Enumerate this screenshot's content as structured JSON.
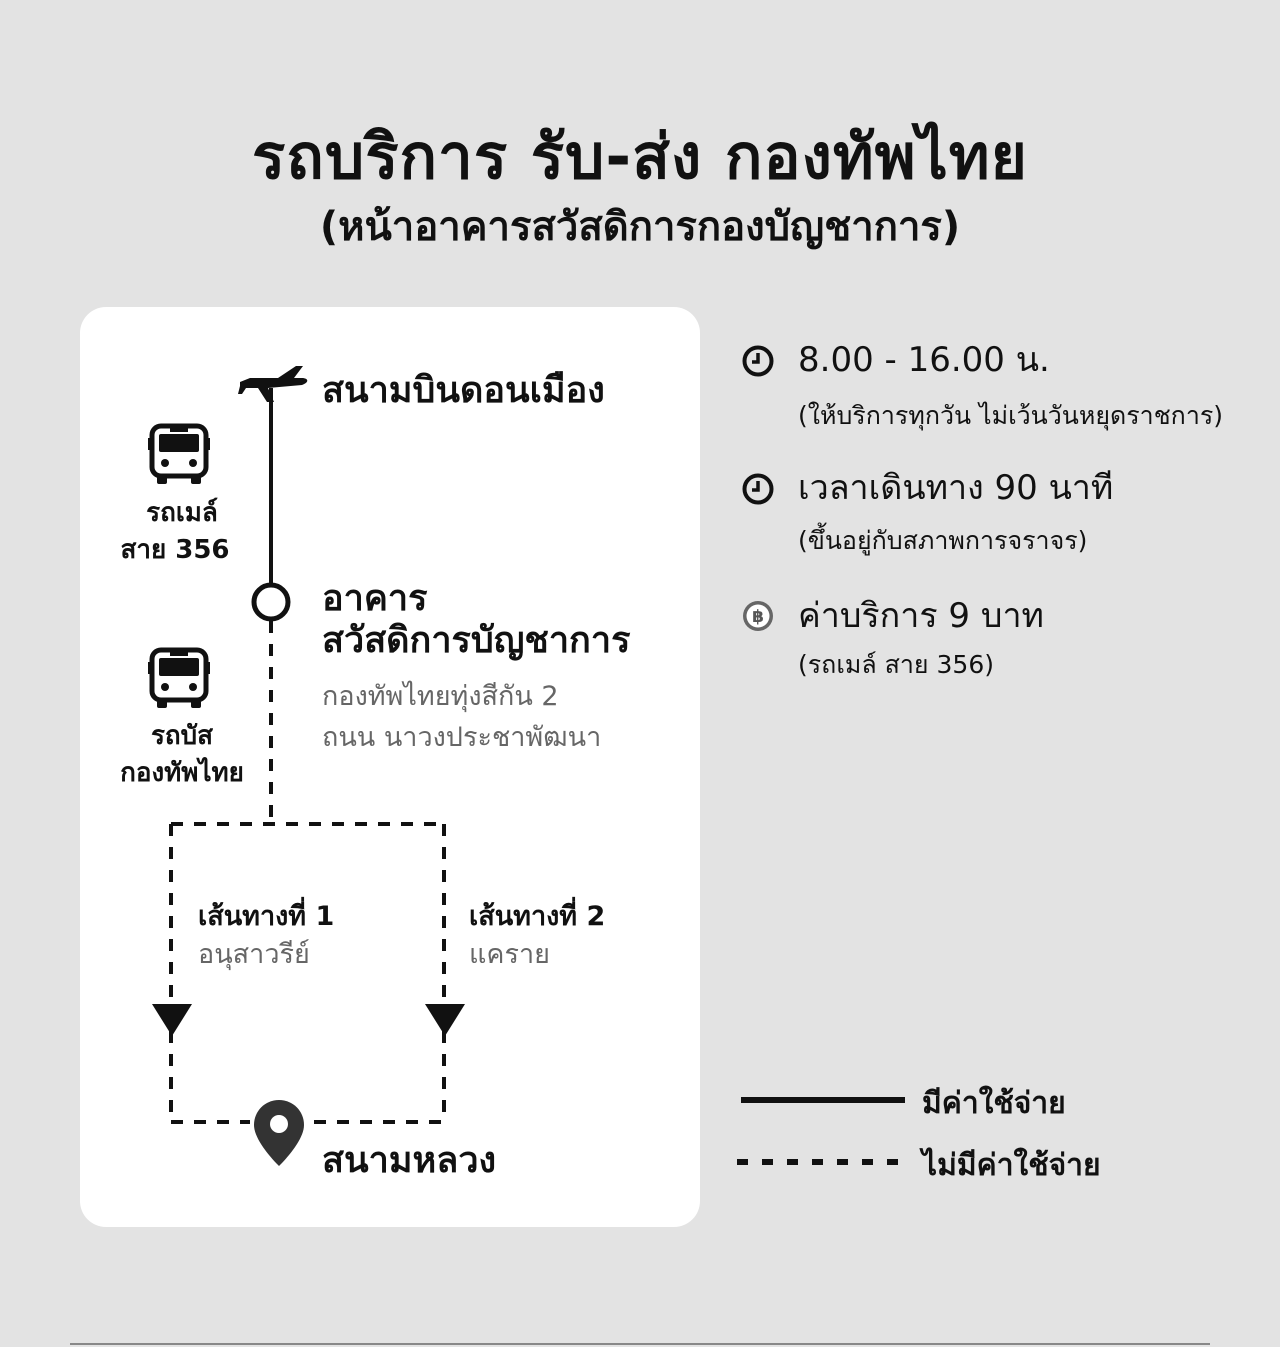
{
  "header": {
    "title": "รถบริการ รับ-ส่ง กองทัพไทย",
    "subtitle": "(หน้าอาคารสวัสดิการกองบัญชาการ)"
  },
  "stops": {
    "airport": {
      "name": "สนามบินดอนเมือง"
    },
    "building": {
      "name_line1": "อาคาร",
      "name_line2": "สวัสดิการบัญชาการ",
      "address_line1": "กองทัพไทยทุ่งสีกัน 2",
      "address_line2": "ถนน นาวงประชาพัฒนา"
    },
    "destination": {
      "name": "สนามหลวง"
    }
  },
  "vehicles": {
    "mini_bus": {
      "line1": "รถเมล์",
      "line2": "สาย 356"
    },
    "army_bus": {
      "line1": "รถบัส",
      "line2": "กองทัพไทย"
    }
  },
  "routes": {
    "route1": {
      "title": "เส้นทางที่ 1",
      "via": "อนุสาวรีย์"
    },
    "route2": {
      "title": "เส้นทางที่ 2",
      "via": "แคราย"
    }
  },
  "info": {
    "hours": {
      "main": "8.00 - 16.00 น.",
      "sub": "(ให้บริการทุกวัน ไม่เว้นวันหยุดราชการ)"
    },
    "duration": {
      "main": "เวลาเดินทาง 90 นาที",
      "sub": "(ขึ้นอยู่กับสภาพการจราจร)"
    },
    "fare": {
      "main": "ค่าบริการ 9 บาท",
      "sub": "(รถเมล์ สาย 356)"
    }
  },
  "legend": {
    "paid": "มีค่าใช้จ่าย",
    "free": "ไม่มีค่าใช้จ่าย"
  },
  "icons": {
    "airport": "airplane-icon",
    "bus": "bus-icon",
    "clock": "clock-icon",
    "baht": "baht-coin-icon",
    "destination": "location-pin-icon"
  },
  "colors": {
    "background": "#e3e3e3",
    "card": "#ffffff",
    "line": "#111111",
    "muted_text": "#666666"
  }
}
